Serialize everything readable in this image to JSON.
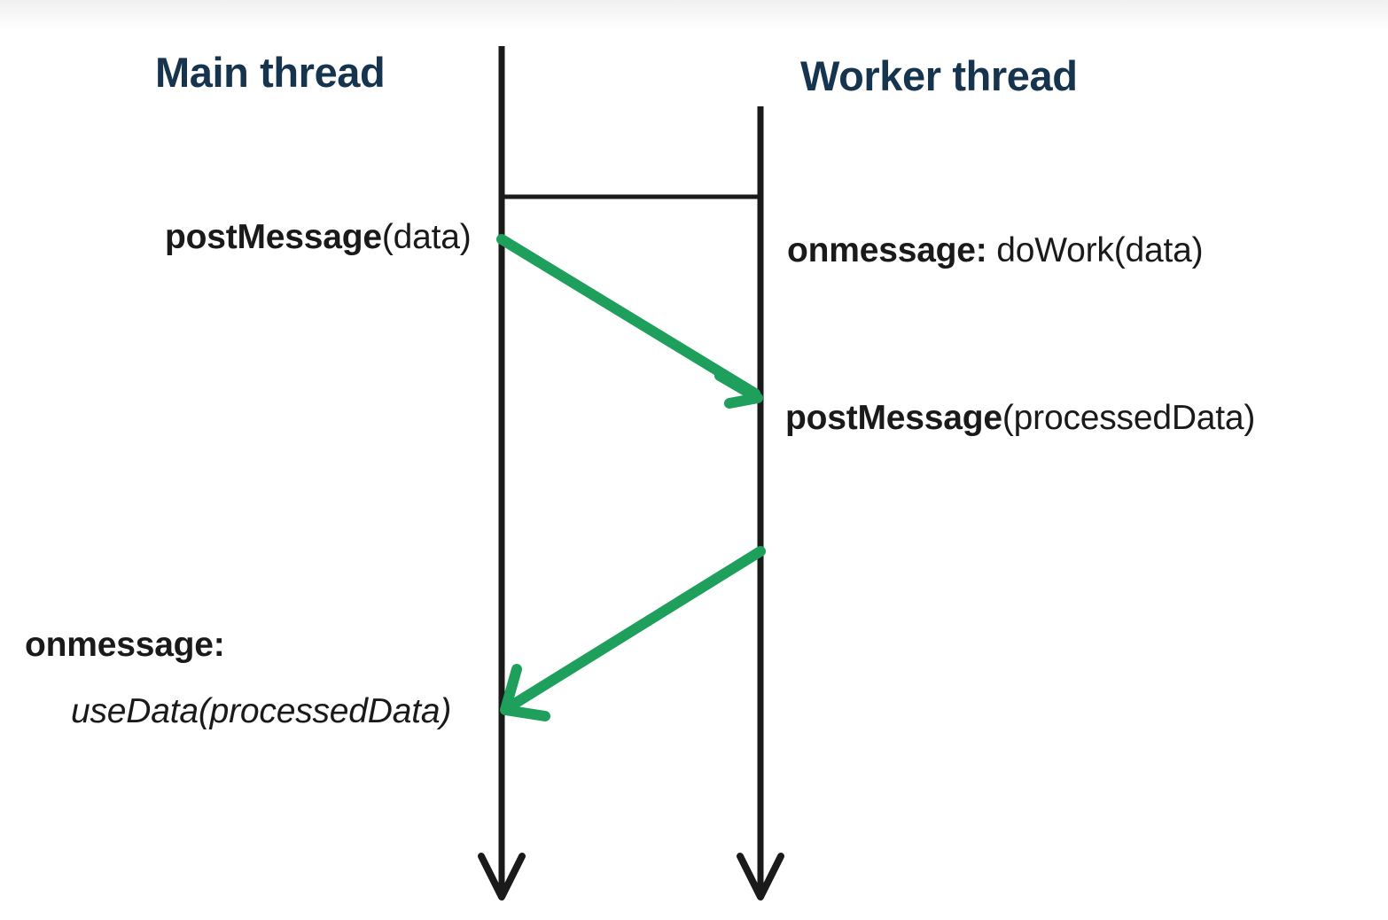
{
  "diagram": {
    "kind": "sequence-diagram",
    "background_color": "#ffffff",
    "lifeline_color": "#1a1a1a",
    "message_arrow_color": "#1ea05c",
    "heading_color": "#17344f",
    "columns": {
      "main": {
        "title": "Main thread"
      },
      "worker": {
        "title": "Worker thread"
      }
    },
    "labels": {
      "post_message_data": {
        "fn": "postMessage",
        "arg": "(data)"
      },
      "worker_onmessage": {
        "handler": "onmessage:",
        "call": "doWork(data)"
      },
      "post_message_processed": {
        "fn": "postMessage",
        "arg": "(processedData)"
      },
      "main_onmessage": {
        "handler": "onmessage:"
      },
      "use_data": {
        "call": "useData(processedData)"
      }
    },
    "messages": [
      {
        "name": "data-to-worker",
        "from": "main",
        "to": "worker",
        "direction": "right-down"
      },
      {
        "name": "processed-data-to-main",
        "from": "worker",
        "to": "main",
        "direction": "left-down"
      }
    ]
  }
}
